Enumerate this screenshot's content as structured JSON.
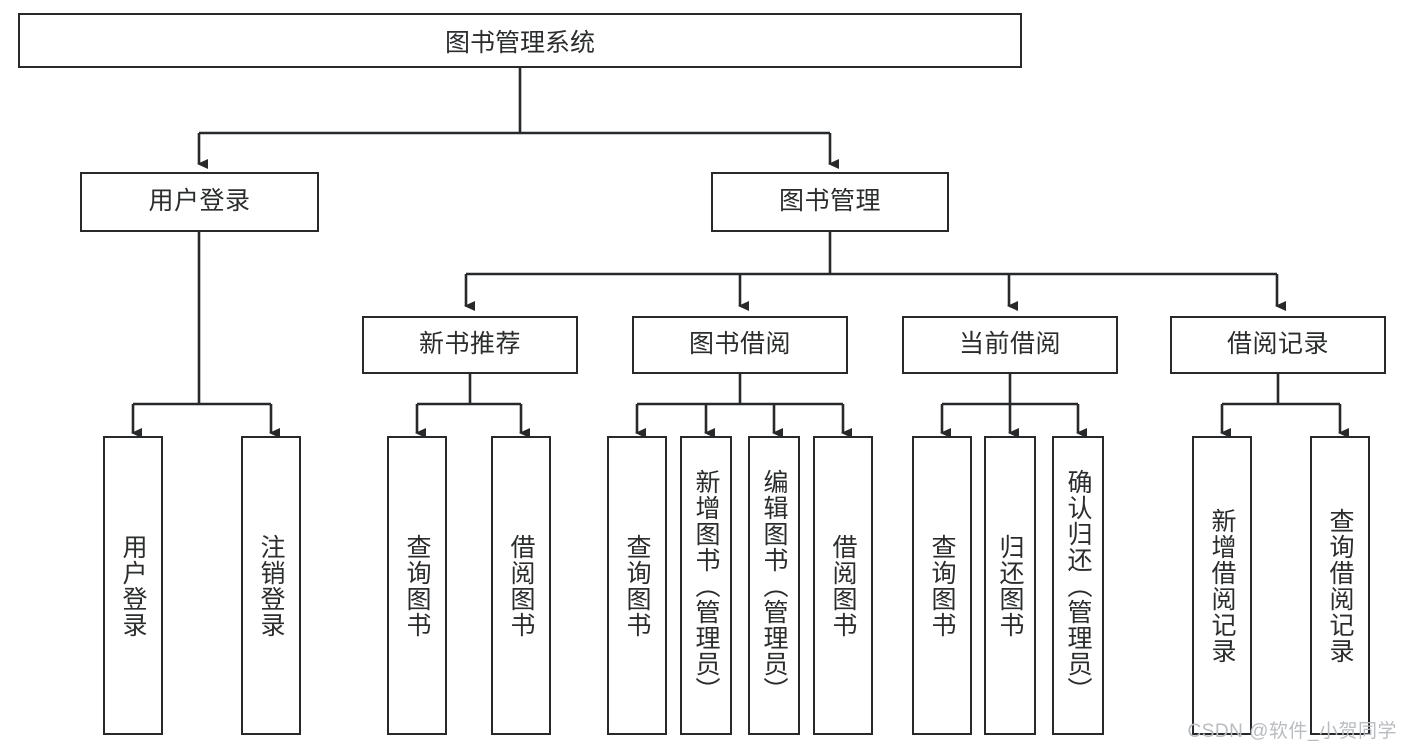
{
  "diagram": {
    "title": "图书管理系统",
    "type": "hierarchy-tree",
    "root": {
      "label": "图书管理系统"
    },
    "level2": [
      {
        "label": "用户登录"
      },
      {
        "label": "图书管理"
      }
    ],
    "level3": [
      {
        "label": "新书推荐"
      },
      {
        "label": "图书借阅"
      },
      {
        "label": "当前借阅"
      },
      {
        "label": "借阅记录"
      }
    ],
    "leaves": {
      "user_login": [
        {
          "label": "用户登录"
        },
        {
          "label": "注销登录"
        }
      ],
      "new_book_recommend": [
        {
          "label": "查询图书"
        },
        {
          "label": "借阅图书"
        }
      ],
      "book_borrow": [
        {
          "label": "查询图书"
        },
        {
          "label": "新增图书（管理员）"
        },
        {
          "label": "编辑图书（管理员）"
        },
        {
          "label": "借阅图书"
        }
      ],
      "current_borrow": [
        {
          "label": "查询图书"
        },
        {
          "label": "归还图书"
        },
        {
          "label": "确认归还（管理员）"
        }
      ],
      "borrow_record": [
        {
          "label": "新增借阅记录"
        },
        {
          "label": "查询借阅记录"
        }
      ]
    },
    "watermark": "CSDN @软件_小贺同学",
    "colors": {
      "border": "#27292b",
      "text": "#2a2c2e",
      "background": "#ffffff",
      "watermark": "#b9bcc0"
    }
  }
}
